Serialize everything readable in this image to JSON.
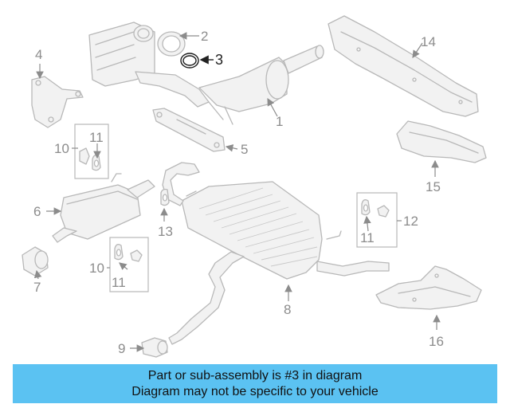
{
  "callouts": {
    "c1": "1",
    "c2": "2",
    "c3": "3",
    "c4": "4",
    "c5": "5",
    "c6": "6",
    "c7": "7",
    "c8": "8",
    "c9": "9",
    "c10a": "10",
    "c10b": "10",
    "c11a": "11",
    "c11b": "11",
    "c11c": "11",
    "c12": "12",
    "c13": "13",
    "c14": "14",
    "c15": "15",
    "c16": "16"
  },
  "highlighted_part": "3",
  "banner": {
    "line1": "Part or sub-assembly is #3 in diagram",
    "line2": "Diagram may not be specific to your vehicle",
    "color": "#5bc2f2"
  }
}
